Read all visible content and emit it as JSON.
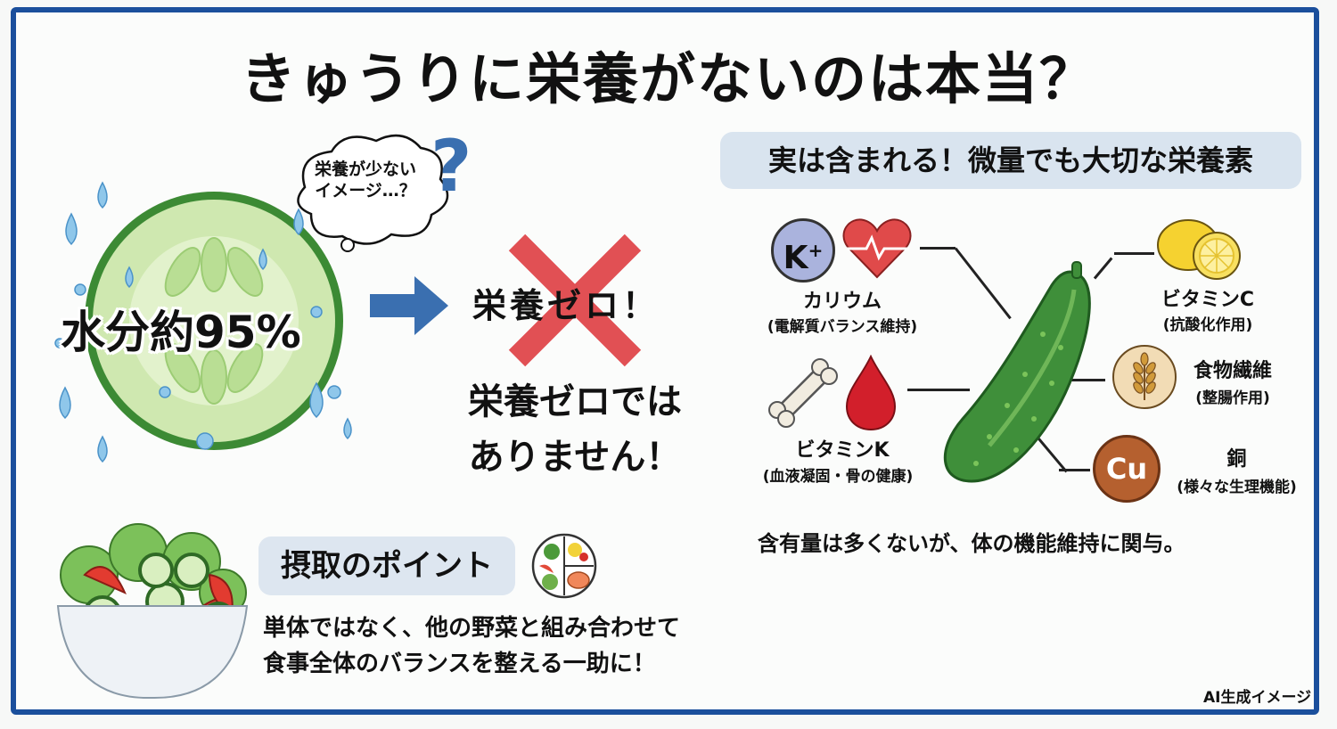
{
  "title": "きゅうりに栄養がないのは本当？",
  "left": {
    "thought_bubble": [
      "栄養が少ない",
      "イメージ…？"
    ],
    "question_mark": "?",
    "water_label": "水分約95%",
    "icons": [
      "cucumber-slice-icon",
      "water-drop-icon",
      "arrow-right-icon",
      "thought-bubble-icon",
      "question-mark-icon"
    ]
  },
  "middle": {
    "crossed_text": "栄養ゼロ！",
    "answer_lines": [
      "栄養ゼロでは",
      "ありません！"
    ],
    "icons": [
      "red-x-icon"
    ]
  },
  "right": {
    "header": "実は含まれる！微量でも大切な栄養素",
    "nutrients": [
      {
        "name": "カリウム",
        "desc": "(電解質バランス維持)",
        "icons": [
          "potassium-ion-icon",
          "heart-pulse-icon"
        ]
      },
      {
        "name": "ビタミンK",
        "desc": "(血液凝固・骨の健康)",
        "icons": [
          "bone-icon",
          "blood-drop-icon"
        ]
      },
      {
        "name": "ビタミンC",
        "desc": "(抗酸化作用)",
        "icons": [
          "lemon-icon"
        ]
      },
      {
        "name": "食物繊維",
        "desc": "(整腸作用)",
        "icons": [
          "wheat-icon"
        ]
      },
      {
        "name": "銅",
        "desc": "(様々な生理機能)",
        "icons": [
          "copper-icon"
        ]
      }
    ],
    "potassium_symbol": "K",
    "potassium_sup": "+",
    "copper_symbol": "Cu",
    "summary": "含有量は多くないが、体の機能維持に関与。"
  },
  "bottom": {
    "point_label": "摂取のポイント",
    "lines": [
      "単体ではなく、他の野菜と組み合わせて",
      "食事全体のバランスを整える一助に！"
    ],
    "icons": [
      "salad-bowl-icon",
      "balanced-plate-icon"
    ]
  },
  "footer_note": "AI生成イメージ",
  "colors": {
    "frame": "#1b4f9c",
    "pill": "#d9e4ef",
    "arrow": "#3a6fb0",
    "x_mark": "#e0474c",
    "cucumber": "#3f8f3a"
  }
}
